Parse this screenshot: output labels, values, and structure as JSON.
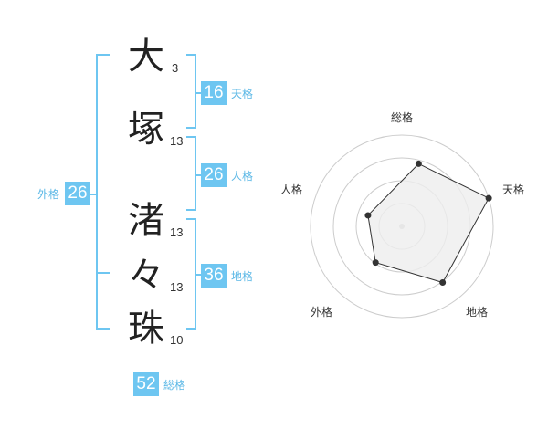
{
  "name": {
    "chars": [
      {
        "char": "大",
        "strokes": "3"
      },
      {
        "char": "塚",
        "strokes": "13"
      },
      {
        "char": "渚",
        "strokes": "13"
      },
      {
        "char": "々",
        "strokes": "13"
      },
      {
        "char": "珠",
        "strokes": "10"
      }
    ]
  },
  "kaku": {
    "tenkaku": {
      "value": "16",
      "label": "天格"
    },
    "jinkaku": {
      "value": "26",
      "label": "人格"
    },
    "chikaku": {
      "value": "36",
      "label": "地格"
    },
    "gaikaku": {
      "value": "26",
      "label": "外格"
    },
    "soukaku": {
      "value": "52",
      "label": "総格"
    }
  },
  "colors": {
    "accent": "#6ec6f1",
    "accent_text": "#5cb8e6",
    "polygon_fill": "#eeeeee",
    "ring": "#cccccc"
  },
  "chart_data": {
    "type": "radar",
    "axes": [
      "総格",
      "天格",
      "地格",
      "外格",
      "人格"
    ],
    "values": [
      0.71,
      1.0,
      0.76,
      0.49,
      0.39
    ],
    "rings": 4
  }
}
